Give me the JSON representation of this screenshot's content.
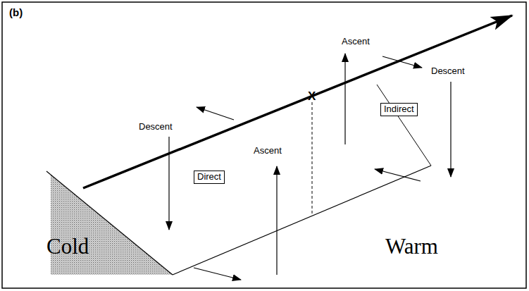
{
  "diagram": {
    "nodes": [
      {
        "text": [
          "Indirect"
        ]
      },
      {
        "text": [
          "Direct"
        ]
      }
    ],
    "labels": [
      "(b)",
      "Ascent",
      "Descent",
      "X",
      "Descent",
      "Ascent",
      "Cold",
      "Warm"
    ]
  }
}
